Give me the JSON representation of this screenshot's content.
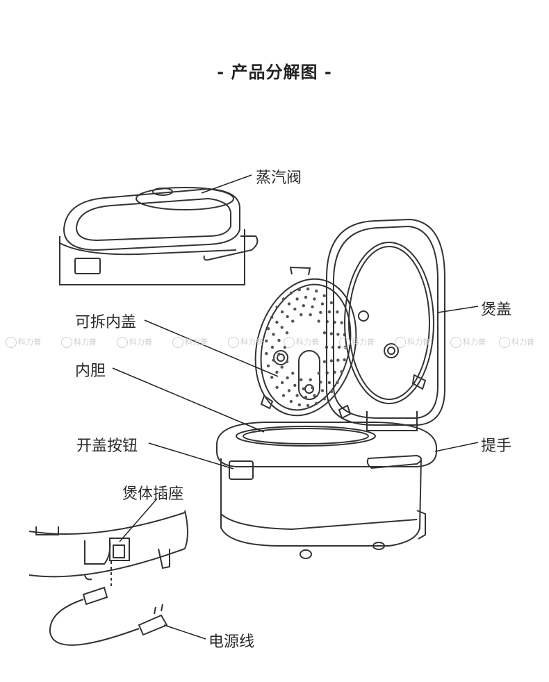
{
  "title": "- 产品分解图 -",
  "labels": {
    "steam_valve": "蒸汽阀",
    "removable_inner_lid": "可拆内盖",
    "inner_pot": "内胆",
    "lid_open_button": "开盖按钮",
    "body_socket": "煲体插座",
    "cooker_lid": "煲盖",
    "handle": "提手",
    "power_cord": "电源线"
  },
  "watermark": "科力普",
  "colors": {
    "line": "#333333",
    "leader": "#222222"
  }
}
